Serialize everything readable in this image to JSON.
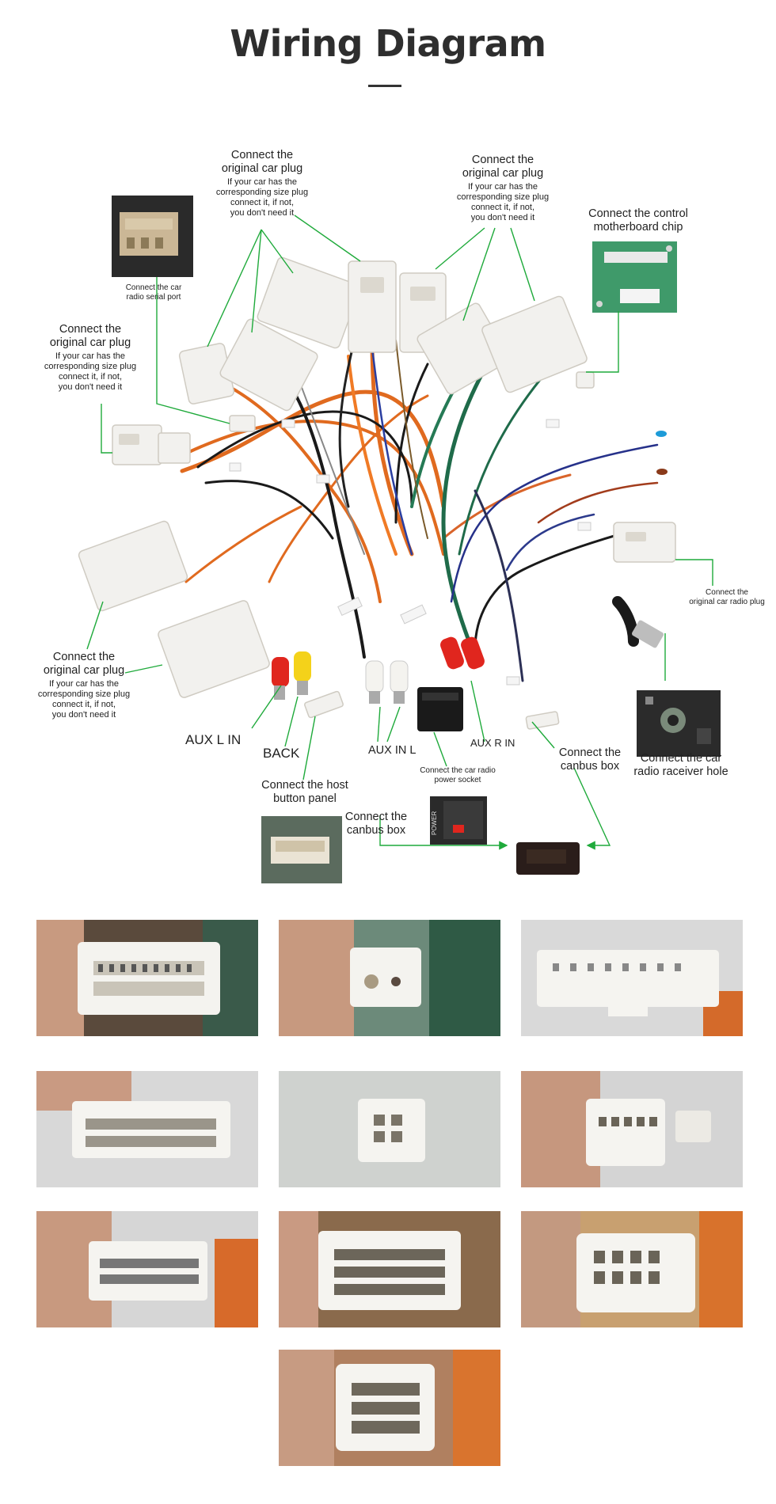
{
  "title": "Wiring Diagram",
  "labels": {
    "top_left_head": "Connect the\noriginal car plug",
    "top_left_sub": "If your car has the\ncorresponding size plug\nconnect it, if not,\nyou don't need it",
    "top_right_head": "Connect the\noriginal car plug",
    "top_right_sub": "If your car has the\ncorresponding size plug\nconnect it, if not,\nyou don't need it",
    "control_chip": "Connect the control\nmotherboard chip",
    "serial_port": "Connect the car\nradio  serial port",
    "mid_left_head": "Connect the\noriginal car plug",
    "mid_left_sub": "If your car has the\ncorresponding size plug\nconnect it, if not,\nyou don't need it",
    "radio_plug": "Connect the\noriginal car radio plug",
    "bottom_left_head": "Connect the\noriginal car plug",
    "bottom_left_sub": "If your car has the\ncorresponding size plug\nconnect it, if not,\nyou don't need it",
    "aux_l_in": "AUX L IN",
    "back": "BACK",
    "host_button": "Connect the host\nbutton panel",
    "canbus_left": "Connect the\ncanbus box",
    "aux_in_l": "AUX IN L",
    "power_socket": "Connect the car radio\npower socket",
    "aux_r_in": "AUX R IN",
    "canbus_right": "Connect the\ncanbus box",
    "receiver_hole": "Connect the  car\nradio raceiver hole",
    "power_word": "POWER"
  },
  "colors": {
    "leader": "#1faa3b",
    "connector": "#f2f1ee",
    "orange_wire": "#e06a1f",
    "black_wire": "#1a1a1a",
    "green_wire": "#1f6b4a",
    "blue_wire": "#26318a",
    "red_rca": "#e0261e",
    "yellow_rca": "#f4d21a"
  },
  "photos": [
    {
      "name": "connector-photo-1"
    },
    {
      "name": "connector-photo-2"
    },
    {
      "name": "connector-photo-3"
    },
    {
      "name": "connector-photo-4"
    },
    {
      "name": "connector-photo-5"
    },
    {
      "name": "connector-photo-6"
    },
    {
      "name": "connector-photo-7"
    },
    {
      "name": "connector-photo-8"
    },
    {
      "name": "connector-photo-9"
    },
    {
      "name": "connector-photo-10"
    }
  ]
}
